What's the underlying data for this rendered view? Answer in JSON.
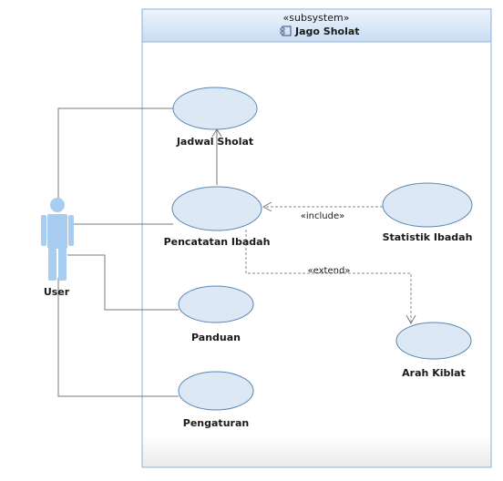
{
  "subsystem": {
    "stereotype": "«subsystem»",
    "title": "Jago Sholat",
    "icon": "component-icon"
  },
  "actor": {
    "name": "User"
  },
  "use_cases": [
    {
      "id": "jadwal",
      "name": "Jadwal Sholat"
    },
    {
      "id": "pencatatan",
      "name": "Pencatatan Ibadah"
    },
    {
      "id": "panduan",
      "name": "Panduan"
    },
    {
      "id": "pengaturan",
      "name": "Pengaturan"
    },
    {
      "id": "statistik",
      "name": "Statistik Ibadah"
    },
    {
      "id": "kiblat",
      "name": "Arah Kiblat"
    }
  ],
  "relationships": {
    "include": "«include»",
    "extend": "«extend»"
  },
  "colors": {
    "usecase_fill": "#dde8f5",
    "usecase_stroke": "#5b86b4",
    "actor": "#a9cdf0",
    "header_top": "#eef4fc",
    "header_bottom": "#c9dcf3"
  }
}
